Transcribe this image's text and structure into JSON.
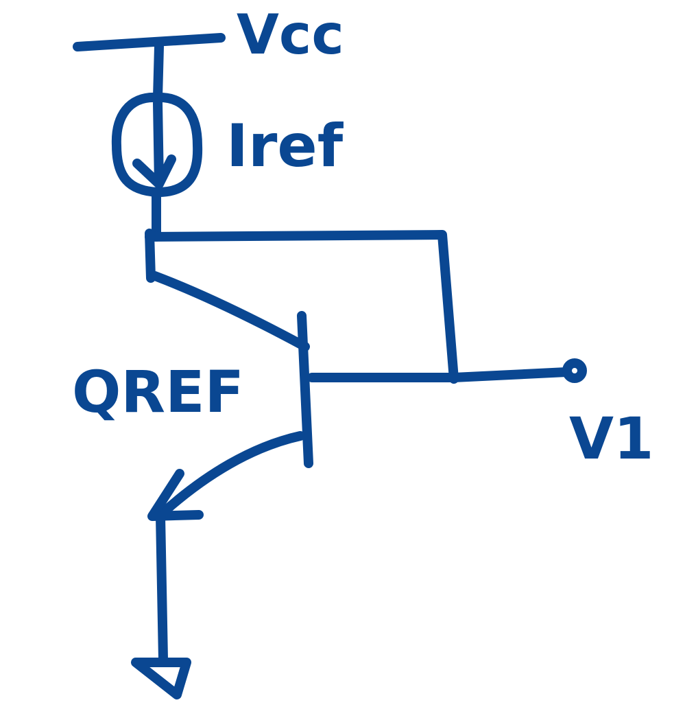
{
  "diagram": {
    "ink_color": "#0a4792",
    "background_color": "#ffffff",
    "labels": {
      "supply": "Vcc",
      "current_source": "Iref",
      "transistor": "QREF",
      "input_node": "V1"
    }
  }
}
